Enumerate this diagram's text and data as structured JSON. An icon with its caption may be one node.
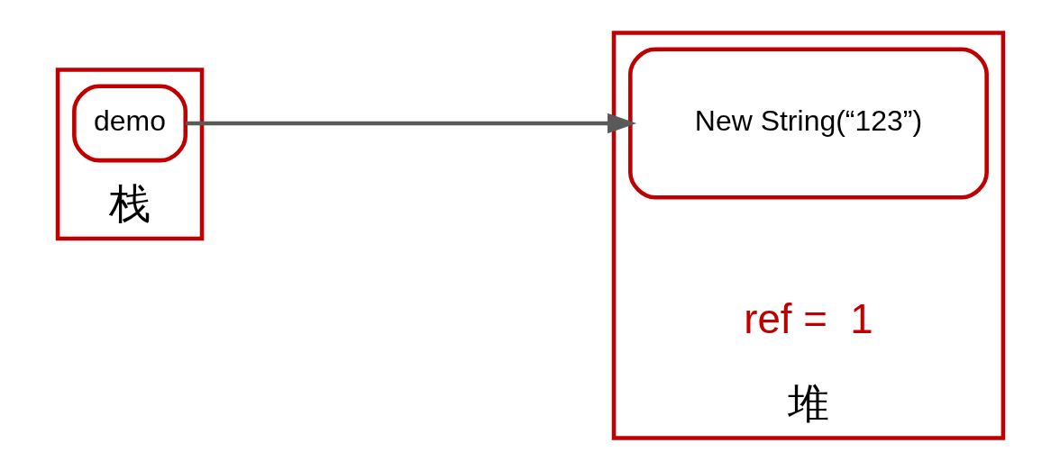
{
  "diagram": {
    "nodes": [
      {
        "text": [
          "栈"
        ]
      },
      {
        "text": [
          "demo"
        ],
        "in": 0
      },
      {
        "text": [
          "堆"
        ]
      },
      {
        "text": [
          "New String(“123”)"
        ],
        "in": 2
      }
    ],
    "edges": [
      {
        "from": 1,
        "to": 3,
        "arrow": "to",
        "color": "#595959"
      }
    ],
    "labels": [
      "ref =  1"
    ]
  }
}
